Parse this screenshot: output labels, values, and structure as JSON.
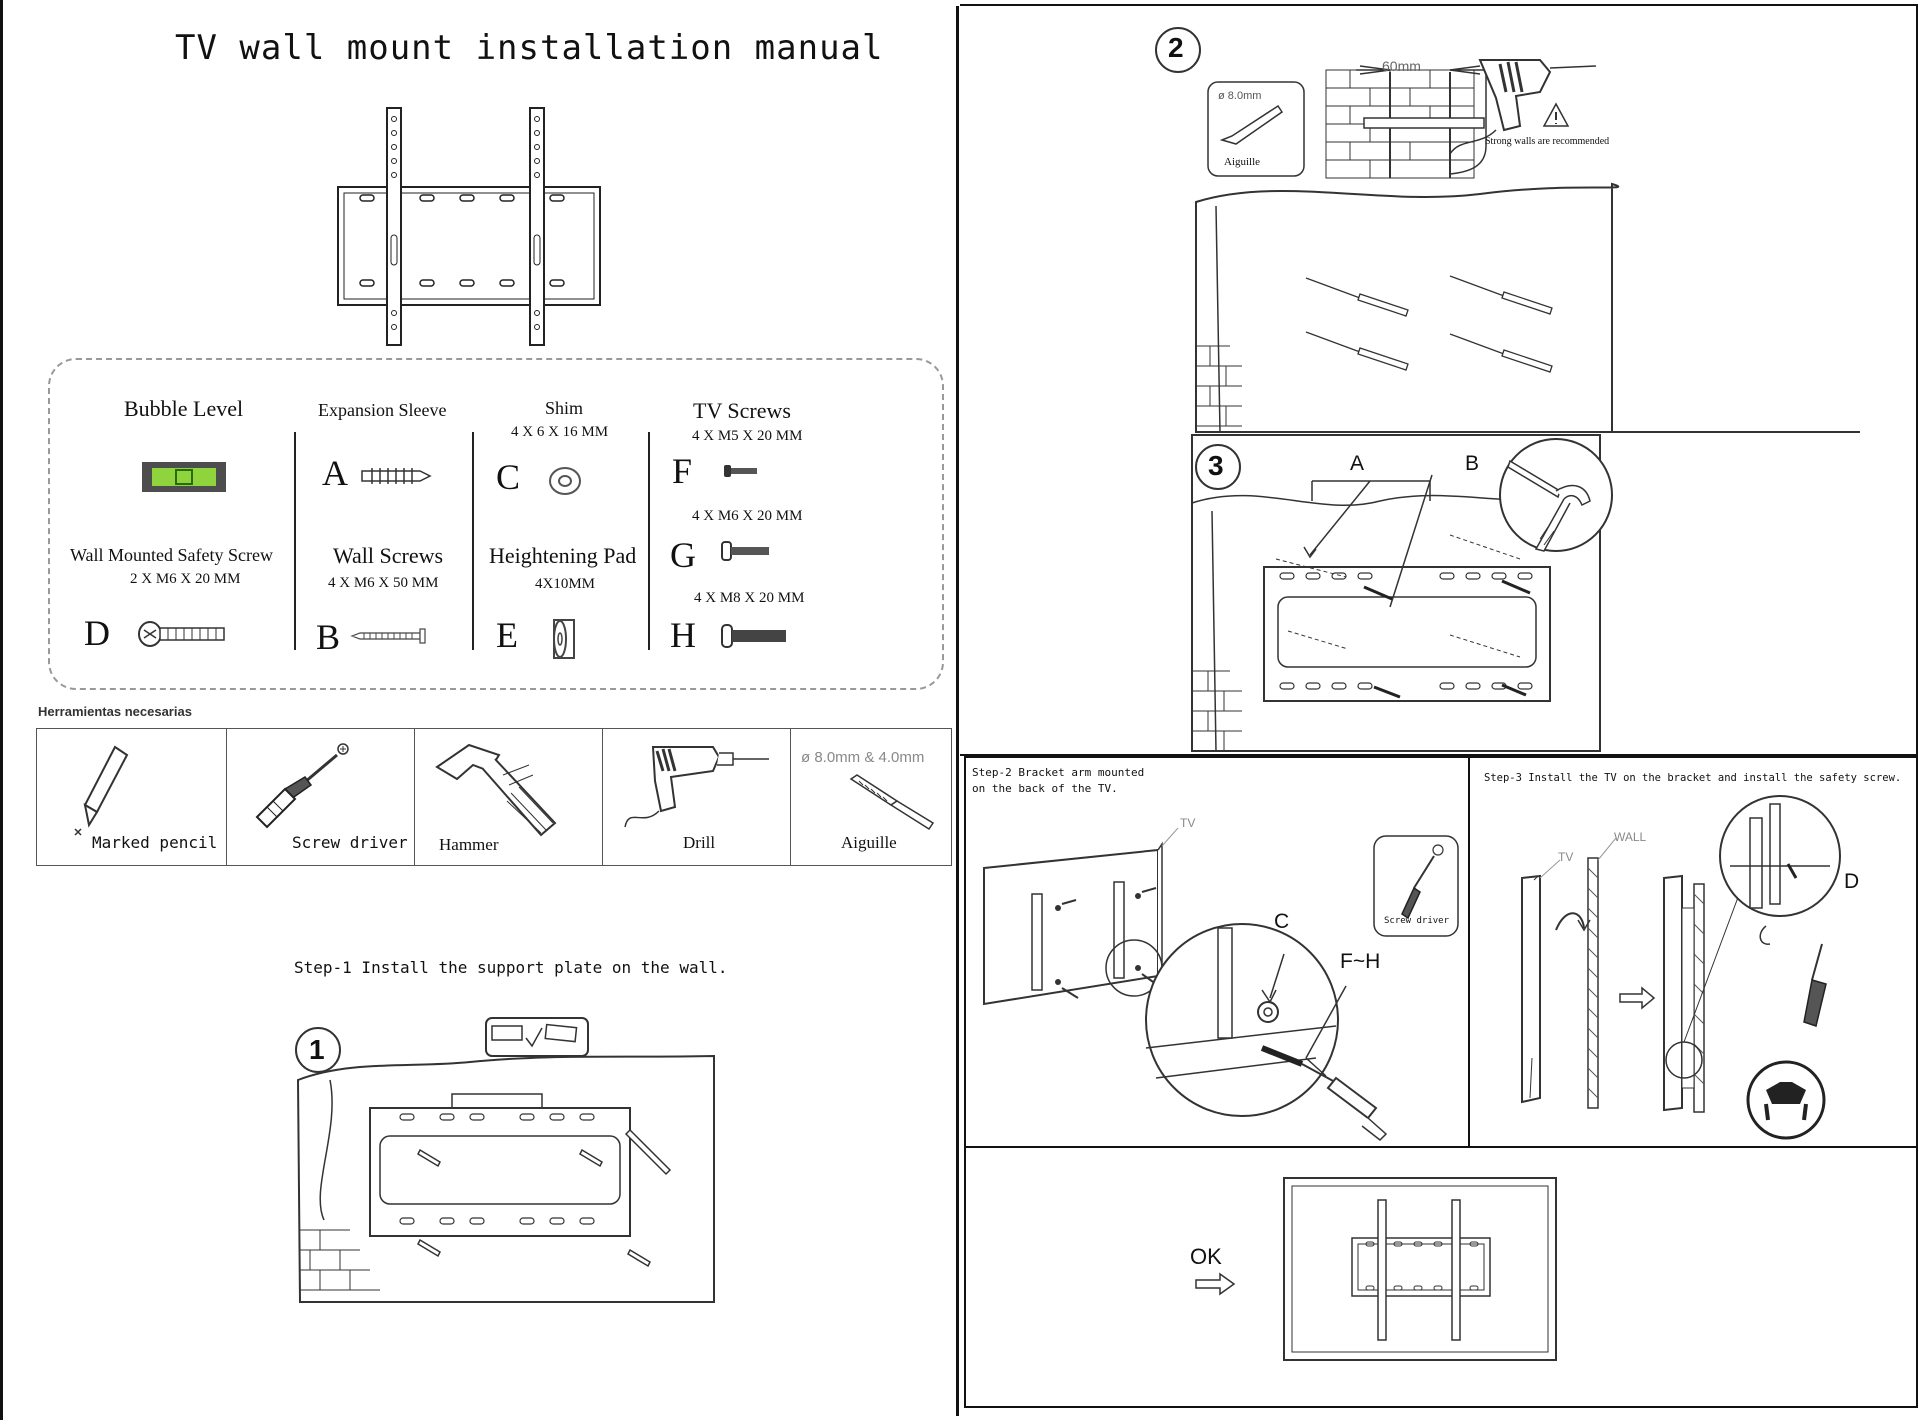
{
  "page": {
    "title": "TV wall mount installation manual"
  },
  "parts": {
    "bubble_level": {
      "name": "Bubble Level"
    },
    "expansion_sleeve": {
      "name": "Expansion Sleeve",
      "letter": "A"
    },
    "shim": {
      "name": "Shim",
      "size": "4 X 6 X 16 MM",
      "letter": "C"
    },
    "tv_screws": {
      "name": "TV Screws",
      "f": {
        "letter": "F",
        "size": "4 X M5 X 20 MM"
      },
      "g": {
        "letter": "G",
        "size": "4 X M6 X 20 MM"
      },
      "h": {
        "letter": "H",
        "size": "4 X M8 X 20 MM"
      }
    },
    "safety_screw": {
      "name": "Wall Mounted Safety Screw",
      "size": "2 X M6 X 20 MM",
      "letter": "D"
    },
    "wall_screws": {
      "name": "Wall Screws",
      "size": "4 X M6 X 50 MM",
      "letter": "B"
    },
    "heightening_pad": {
      "name": "Heightening Pad",
      "size": "4X10MM",
      "letter": "E"
    }
  },
  "tools": {
    "heading": "Herramientas necesarias",
    "items": [
      {
        "label": "Marked pencil",
        "icon": "pencil-icon"
      },
      {
        "label": "Screw driver",
        "icon": "screwdriver-icon"
      },
      {
        "label": "Hammer",
        "icon": "hammer-icon"
      },
      {
        "label": "Drill",
        "icon": "drill-icon"
      },
      {
        "label": "Aiguille",
        "icon": "drill-bit-icon"
      }
    ],
    "bit_sizes": "ø 8.0mm & 4.0mm"
  },
  "step1": {
    "caption": "Step-1 Install the support plate on the wall.",
    "number": "1"
  },
  "step2": {
    "number": "2",
    "dimension": "60mm",
    "bit_size": "ø 8.0mm",
    "bit_label": "Aiguille",
    "warning": "Strong walls are recommended"
  },
  "step3": {
    "number": "3",
    "label_a": "A",
    "label_b": "B"
  },
  "bracket_step": {
    "caption_line1": "Step-2 Bracket arm mounted",
    "caption_line2": "on the back of the TV.",
    "tv_label": "TV",
    "tool_label": "Screw driver",
    "label_c": "C",
    "label_fh": "F~H"
  },
  "install_step": {
    "caption": "Step-3 Install the TV on the bracket and install the safety screw.",
    "tv_label": "TV",
    "wall_label": "WALL",
    "label_d": "D"
  },
  "final": {
    "ok": "OK"
  }
}
